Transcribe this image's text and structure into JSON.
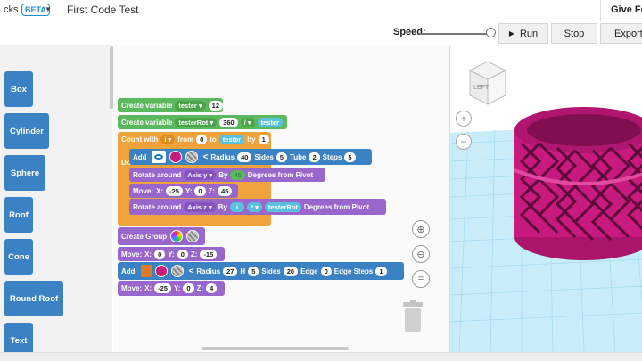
{
  "header": {
    "app_name_partial": "cks",
    "beta_badge": "BETA",
    "project_title": "First Code Test",
    "give_feedback_label": "Give Fe"
  },
  "toolbar": {
    "speed_label": "Speed:",
    "speed_level": 0.95,
    "run_label": "Run",
    "stop_label": "Stop",
    "export_label": "Export"
  },
  "palette": {
    "items": [
      "Box",
      "Cylinder",
      "Sphere",
      "Roof",
      "Cone",
      "Round Roof",
      "Text"
    ]
  },
  "code": {
    "create_var1": {
      "label": "Create variable",
      "name": "tester",
      "value": "12"
    },
    "create_var2": {
      "label": "Create variable",
      "name": "testerRot",
      "value": "360",
      "op": "/",
      "operand": "tester"
    },
    "count_with": {
      "label": "Count with",
      "var": "i",
      "from_label": "from",
      "from": "0",
      "to_label": "to",
      "to": "tester",
      "by_label": "by",
      "by": "1",
      "do_label": "Do"
    },
    "add_torus": {
      "label": "Add",
      "radius_label": "Radius",
      "radius": "40",
      "sides_label": "Sides",
      "sides": "5",
      "tube_label": "Tube",
      "tube": "2",
      "steps_label": "Steps",
      "steps": "5"
    },
    "rotate1": {
      "label": "Rotate around",
      "axis": "Axis y",
      "by_label": "By",
      "by_value": "45",
      "suffix": "Degrees from Pivot"
    },
    "move1": {
      "label": "Move:",
      "x_label": "X:",
      "x": "-25",
      "y_label": "Y:",
      "y": "0",
      "z_label": "Z:",
      "z": "45"
    },
    "rotate2": {
      "label": "Rotate around",
      "axis": "Axis z",
      "by_label": "By",
      "var": "i",
      "op": "*",
      "operand": "testerRot",
      "suffix": "Degrees from Pivot"
    },
    "create_group": {
      "label": "Create Group"
    },
    "move2": {
      "label": "Move:",
      "x_label": "X:",
      "x": "0",
      "y_label": "Y:",
      "y": "0",
      "z_label": "Z:",
      "z": "-15"
    },
    "add_cyl": {
      "label": "Add",
      "radius_label": "Radius",
      "radius": "27",
      "h_label": "H",
      "h": "5",
      "sides_label": "Sides",
      "sides": "20",
      "edge_label": "Edge",
      "edge": "0",
      "edge_steps_label": "Edge Steps",
      "edge_steps": "1"
    },
    "move3": {
      "label": "Move:",
      "x_label": "X:",
      "x": "-25",
      "y_label": "Y:",
      "y": "0",
      "z_label": "Z:",
      "z": "4"
    }
  },
  "viewport": {
    "view_cube_label": "LEFT"
  },
  "colors": {
    "variable_green": "#5cb85c",
    "loop_orange": "#f0a23b",
    "modify_purple": "#9966cc",
    "add_blue": "#3b82c4",
    "shape_magenta": "#c8197f",
    "grid_cyan": "#bfe9f7"
  }
}
